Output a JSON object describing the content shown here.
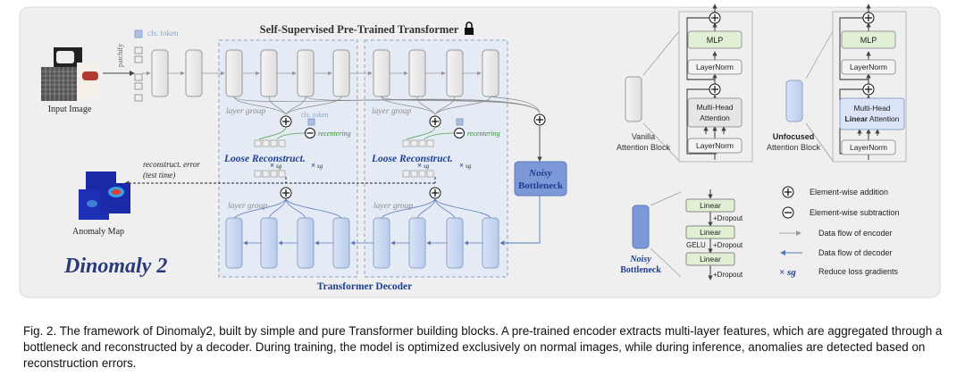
{
  "encoder": {
    "title": "Self-Supervised Pre-Trained Transformer",
    "cls_token": "cls. token",
    "patchify": "patchify",
    "input_label": "Input Image",
    "lock_icon": "lock-icon"
  },
  "groups": {
    "layer_group": "layer group",
    "cls_token": "cls. token",
    "recentering": "recentering",
    "loose_reconstruct": "Loose Reconstruct.",
    "sg": "sg"
  },
  "bottleneck": {
    "title_line1": "Noisy",
    "title_line2": "Bottleneck"
  },
  "decoder": {
    "title": "Transformer Decoder"
  },
  "error": {
    "line1": "reconstruct. error",
    "line2": "(test time)",
    "anomaly_map": "Anomaly Map"
  },
  "logo": "Dinomaly 2",
  "vanilla": {
    "label_line1": "Vanilla",
    "label_line2": "Attention Block",
    "mlp": "MLP",
    "layernorm": "LayerNorm",
    "attn_line1": "Multi-Head",
    "attn_line2": "Attention"
  },
  "unfocused": {
    "label_line1": "Unfocused",
    "label_line2": "Attention Block",
    "mlp": "MLP",
    "layernorm": "LayerNorm",
    "attn_line1": "Multi-Head",
    "attn_line2_bold": "Linear",
    "attn_line2_rest": " Attention"
  },
  "noisy_detail": {
    "label_line1": "Noisy",
    "label_line2": "Bottleneck",
    "linear": "Linear",
    "dropout": "+Dropout",
    "gelu": "GELU"
  },
  "legend": {
    "add": "Element-wise addition",
    "sub": "Element-wise subtraction",
    "enc_flow": "Data flow of encoder",
    "dec_flow": "Data flow of decoder",
    "sg_symbol": "× sg",
    "sg": "Reduce loss gradients"
  },
  "caption": "Fig. 2. The framework of Dinomaly2, built by simple and pure Transformer building blocks. A pre-trained encoder extracts multi-layer features, which are aggregated through a bottleneck and reconstructed by a decoder. During training, the model is optimized exclusively on normal images, while during inference, anomalies are detected based on reconstruction errors.",
  "colors": {
    "panel": "#efefef",
    "group_fill": "#e4ebf5",
    "group_border": "#8ea3c6",
    "enc_block": "#ececec",
    "dec_block": "#c9d7f1",
    "bottleneck": "#7d98d8",
    "mlp_green": "#e1f0d4",
    "dark_blue_text": "#1d3f8f",
    "recenter_green": "#3a8a3a"
  }
}
